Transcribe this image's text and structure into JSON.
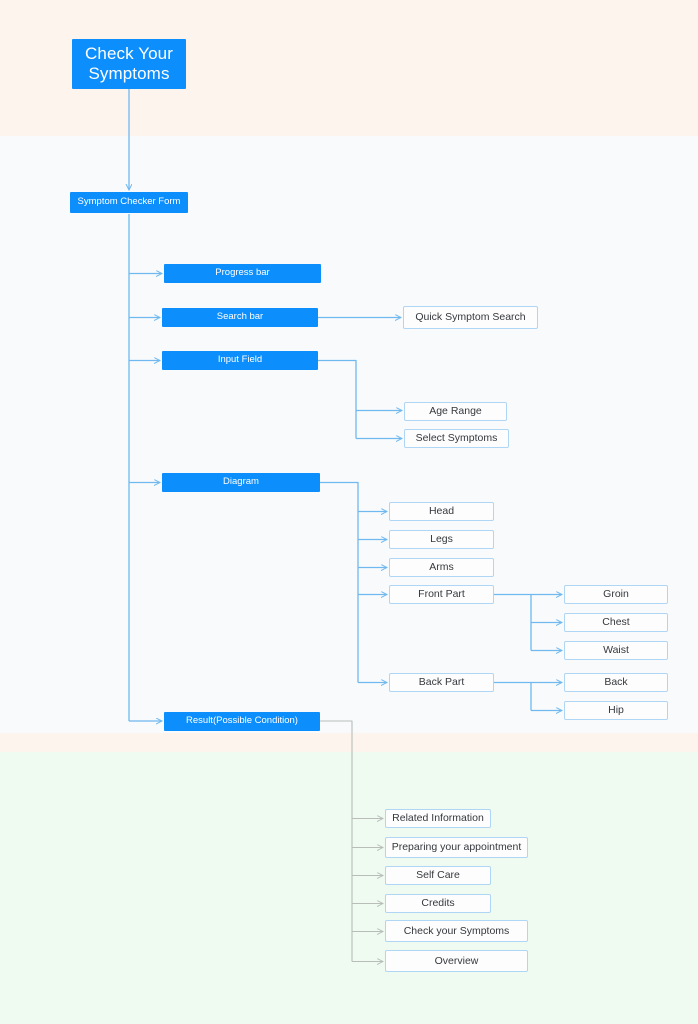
{
  "diagram": {
    "title": "Check Your Symptoms",
    "type": "flowchart",
    "colors": {
      "node_blue": "#0D8EFD",
      "node_white_fill": "#FDFDFD",
      "node_white_border": "#AFD6F5",
      "connector_blue": "#6FB8F0",
      "connector_gray": "#B8BDBA",
      "band_cream": "#FEF4EE",
      "band_light": "#F8FAFB",
      "band_green": "#EFFAF1",
      "text_dark": "#35383D",
      "text_light": "#FFFFFF"
    },
    "nodes": {
      "root": "Check Your Symptoms",
      "form": "Symptom Checker Form",
      "progress_bar": "Progress bar",
      "search_bar": "Search bar",
      "quick_symptom_search": "Quick Symptom Search",
      "input_field": "Input Field",
      "age_range": "Age Range",
      "select_symptoms": "Select Symptoms",
      "diagram": "Diagram",
      "head": "Head",
      "legs": "Legs",
      "arms": "Arms",
      "front_part": "Front Part",
      "groin": "Groin",
      "chest": "Chest",
      "waist": "Waist",
      "back_part": "Back Part",
      "back": "Back",
      "hip": "Hip",
      "result": "Result(Possible Condition)",
      "related_information": "Related Information",
      "preparing_your_appointment": "Preparing your appointment",
      "self_care": "Self Care",
      "credits": "Credits",
      "check_your_symptoms": "Check your Symptoms",
      "overview": "Overview"
    }
  }
}
